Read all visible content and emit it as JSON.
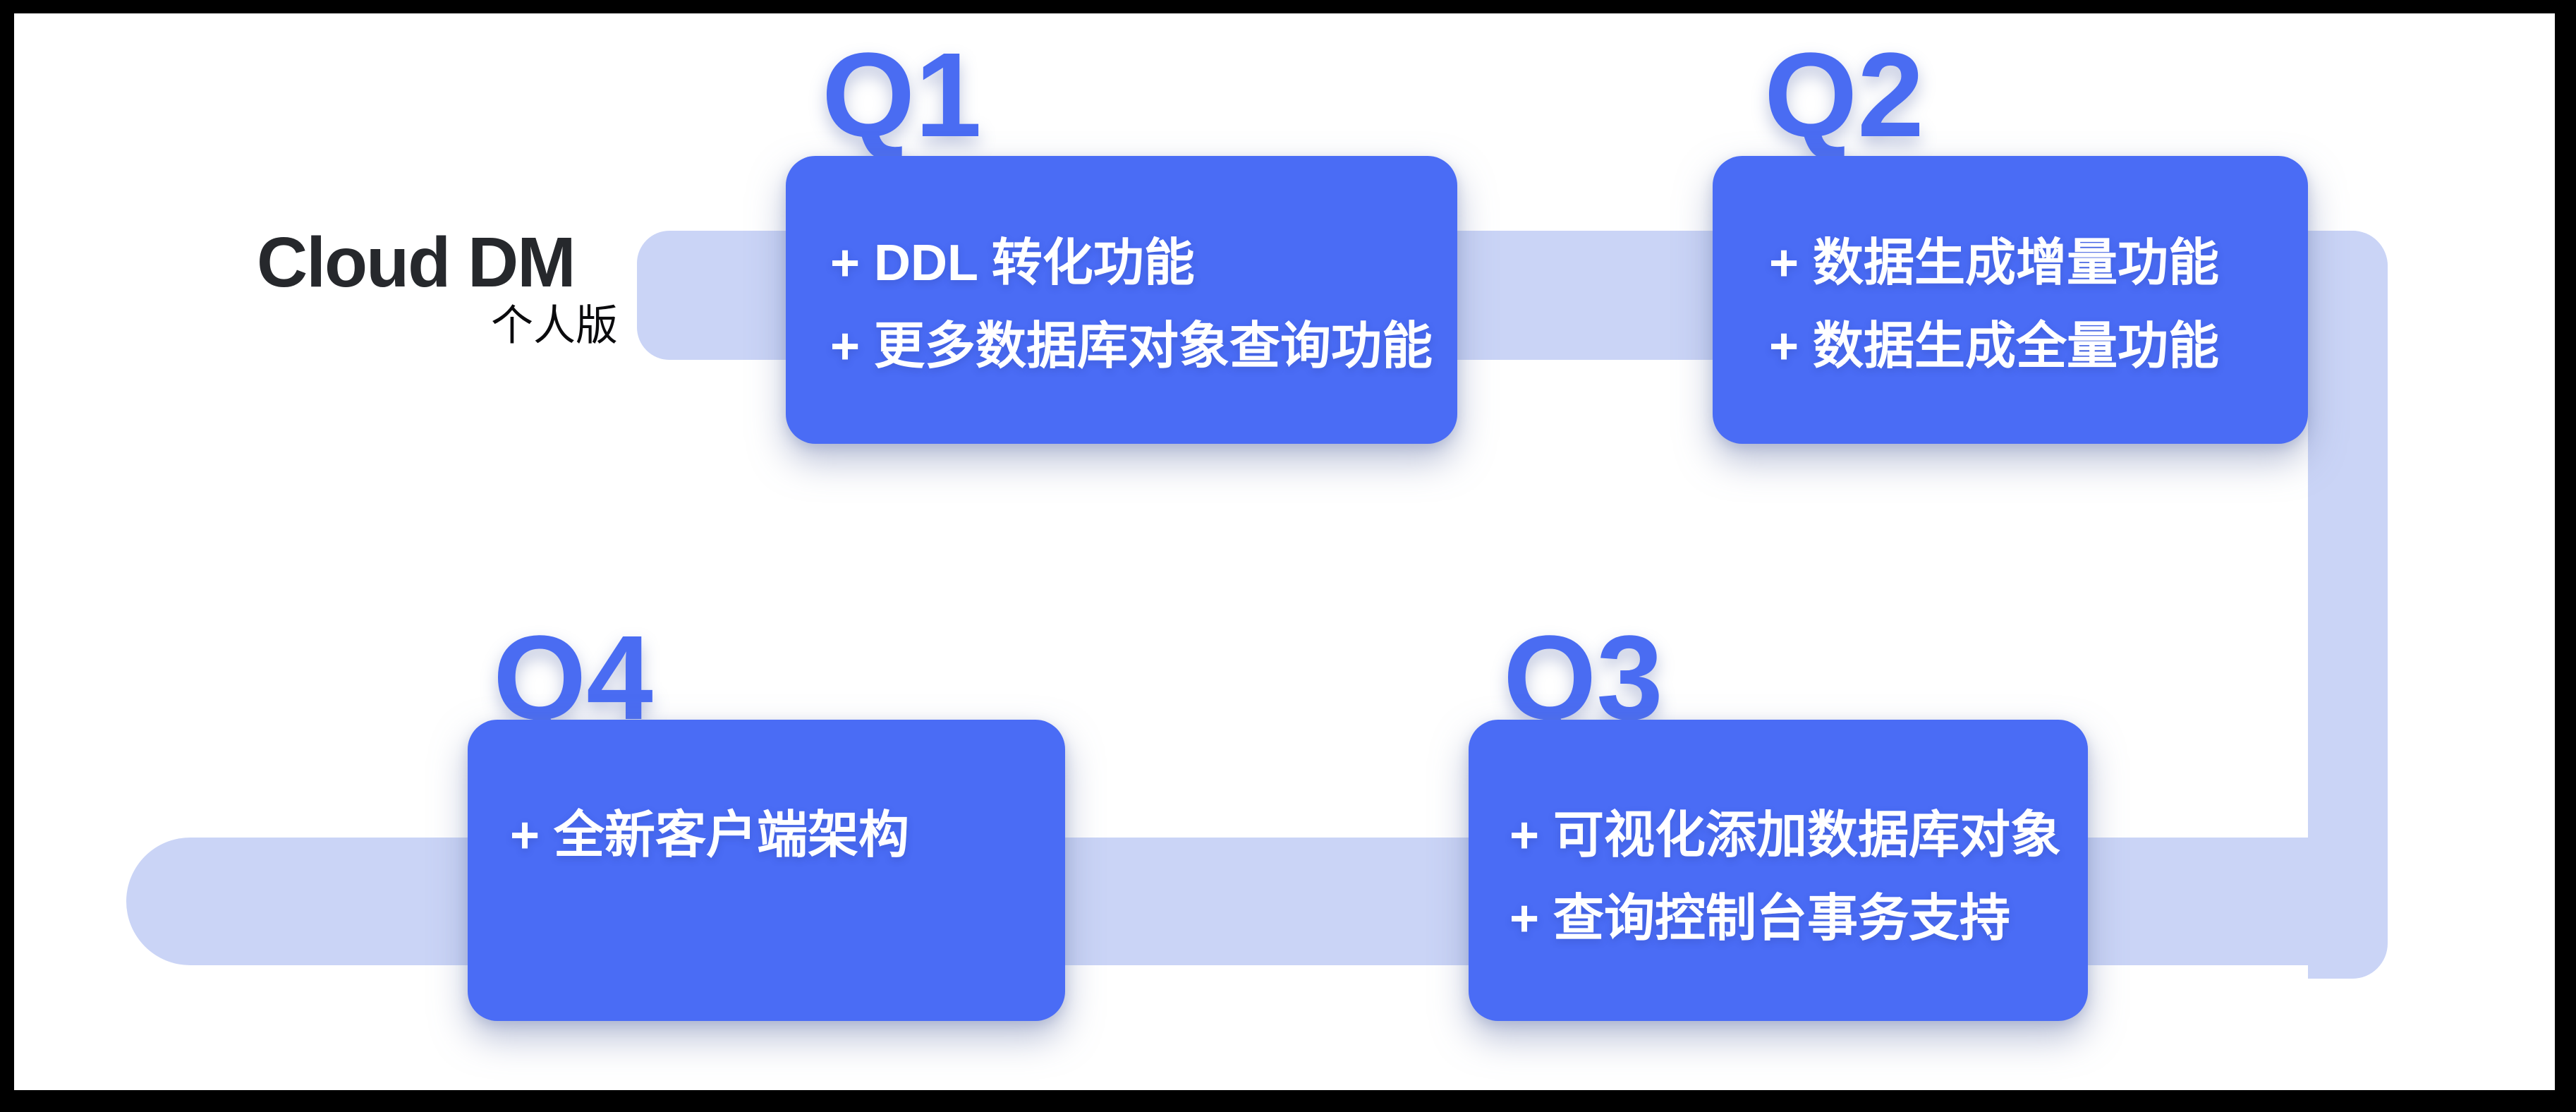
{
  "logo": {
    "brand": "Cloud DM",
    "edition": "个人版"
  },
  "quarters": [
    {
      "label": "Q1",
      "items": [
        "+ DDL 转化功能",
        "+ 更多数据库对象查询功能"
      ]
    },
    {
      "label": "Q2",
      "items": [
        "+ 数据生成增量功能",
        "+ 数据生成全量功能"
      ]
    },
    {
      "label": "Q3",
      "items": [
        "+ 可视化添加数据库对象",
        "+ 查询控制台事务支持"
      ]
    },
    {
      "label": "Q4",
      "items": [
        "+ 全新客户端架构"
      ]
    }
  ],
  "colors": {
    "card_blue": "#4a6cf5",
    "label_blue": "#4a6cf2",
    "track_blue": "#cad4f6",
    "logo_dark": "#26282c",
    "text_white": "#ffffff",
    "frame_black": "#000000",
    "background": "#ffffff"
  }
}
